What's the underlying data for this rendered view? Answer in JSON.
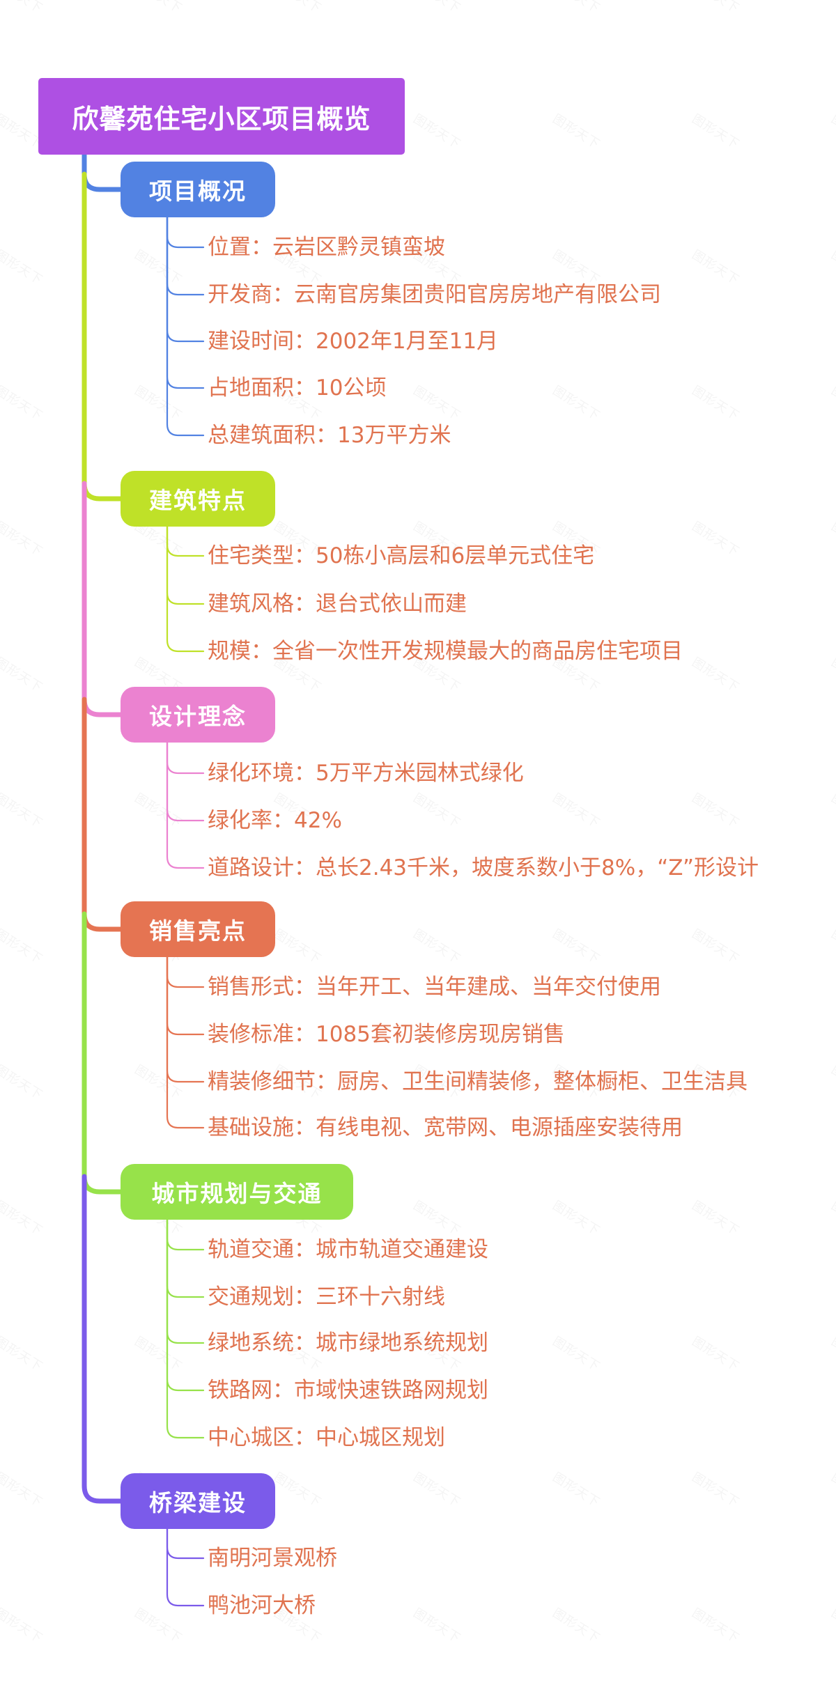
{
  "watermark": "图形天下",
  "root": {
    "label": "欣馨苑住宅小区项目概览",
    "color": "#AE50E3"
  },
  "leaf_text_color": "#E0734F",
  "branches": [
    {
      "label": "项目概况",
      "color": "#5282E2",
      "items": [
        "位置：云岩区黔灵镇蛮坡",
        "开发商：云南官房集团贵阳官房房地产有限公司",
        "建设时间：2002年1月至11月",
        "占地面积：10公顷",
        "总建筑面积：13万平方米"
      ]
    },
    {
      "label": "建筑特点",
      "color": "#BFE128",
      "items": [
        "住宅类型：50栋小高层和6层单元式住宅",
        "建筑风格：退台式依山而建",
        "规模：全省一次性开发规模最大的商品房住宅项目"
      ]
    },
    {
      "label": "设计理念",
      "color": "#EB82D0",
      "items": [
        "绿化环境：5万平方米园林式绿化",
        "绿化率：42%",
        "道路设计：总长2.43千米，坡度系数小于8%，“Z”形设计"
      ]
    },
    {
      "label": "销售亮点",
      "color": "#E57452",
      "items": [
        "销售形式：当年开工、当年建成、当年交付使用",
        "装修标准：1085套初装修房现房销售",
        "精装修细节：厨房、卫生间精装修，整体橱柜、卫生洁具",
        "基础设施：有线电视、宽带网、电源插座安装待用"
      ]
    },
    {
      "label": "城市规划与交通",
      "color": "#97E24A",
      "items": [
        "轨道交通：城市轨道交通建设",
        "交通规划：三环十六射线",
        "绿地系统：城市绿地系统规划",
        "铁路网：市域快速铁路网规划",
        "中心城区：中心城区规划"
      ]
    },
    {
      "label": "桥梁建设",
      "color": "#7B5BEA",
      "items": [
        "南明河景观桥",
        "鸭池河大桥"
      ]
    }
  ]
}
